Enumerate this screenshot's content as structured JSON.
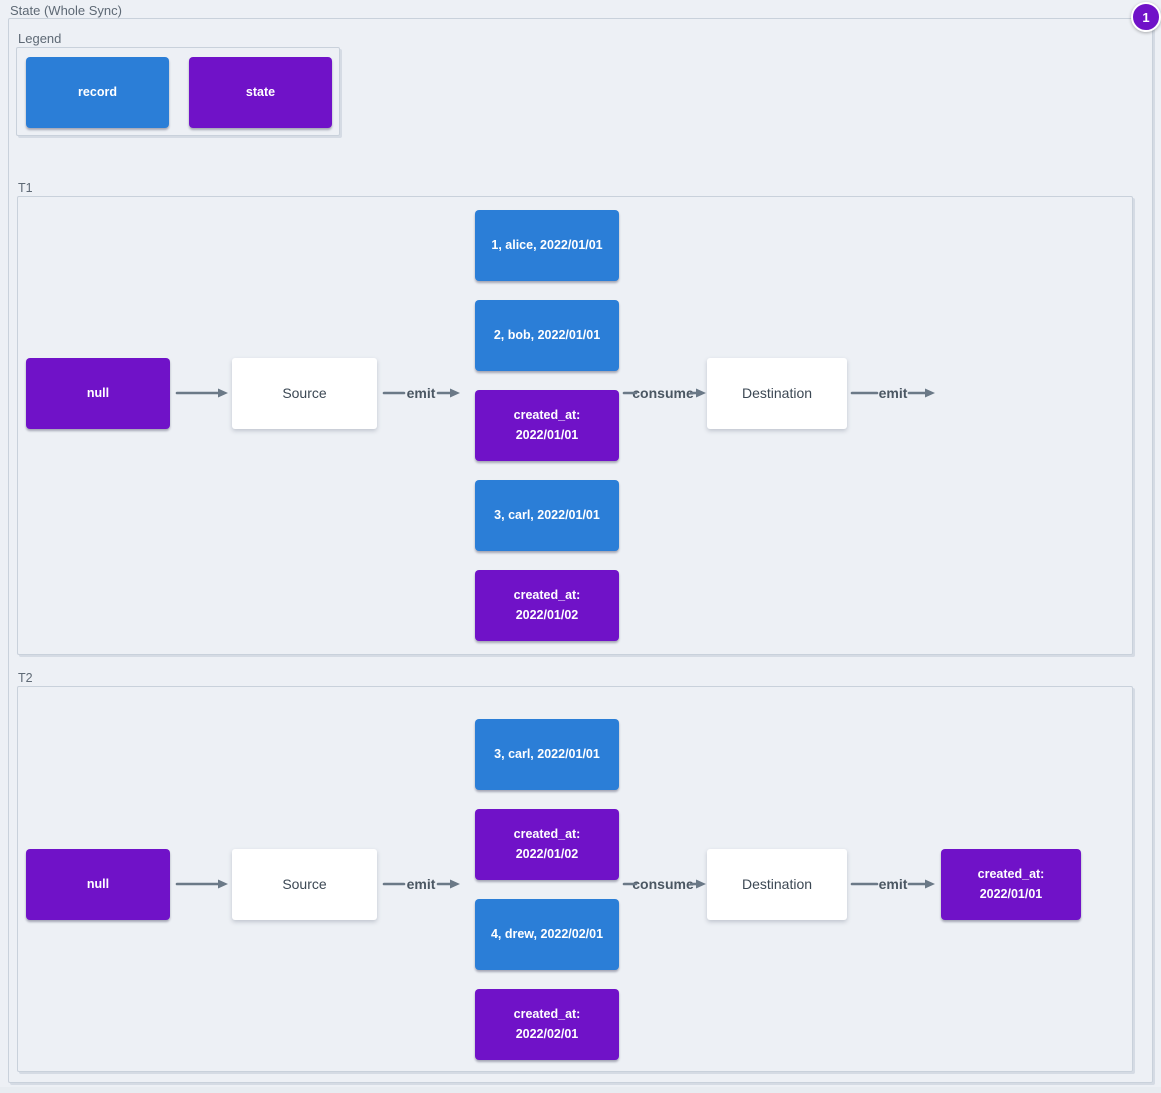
{
  "diagram": {
    "title": "State (Whole Sync)",
    "badge": "1",
    "colors": {
      "record_blue": "#2b7ed7",
      "state_purple": "#7012c8",
      "arrow_gray": "#6b7987",
      "background": "#edf0f5"
    },
    "legend": {
      "label": "Legend",
      "items": [
        {
          "type": "record",
          "label": "record"
        },
        {
          "type": "state",
          "label": "state"
        }
      ]
    },
    "lanes": [
      {
        "label": "T1",
        "nodes": {
          "null_state": "null",
          "source": "Source",
          "destination": "Destination"
        },
        "edges": {
          "emit_in": "emit",
          "consume": "consume",
          "emit_out": "emit"
        },
        "stack": [
          {
            "type": "record",
            "text": "1, alice, 2022/01/01"
          },
          {
            "type": "record",
            "text": "2, bob, 2022/01/01"
          },
          {
            "type": "state",
            "text": "created_at:\n2022/01/01"
          },
          {
            "type": "record",
            "text": "3, carl, 2022/01/01"
          },
          {
            "type": "state",
            "text": "created_at:\n2022/01/02"
          }
        ],
        "output": null
      },
      {
        "label": "T2",
        "nodes": {
          "null_state": "null",
          "source": "Source",
          "destination": "Destination"
        },
        "edges": {
          "emit_in": "emit",
          "consume": "consume",
          "emit_out": "emit"
        },
        "stack": [
          {
            "type": "record",
            "text": "3, carl, 2022/01/01"
          },
          {
            "type": "state",
            "text": "created_at:\n2022/01/02"
          },
          {
            "type": "record",
            "text": "4, drew, 2022/02/01"
          },
          {
            "type": "state",
            "text": "created_at:\n2022/02/01"
          }
        ],
        "output": {
          "type": "state",
          "text": "created_at:\n2022/01/01"
        }
      }
    ]
  }
}
